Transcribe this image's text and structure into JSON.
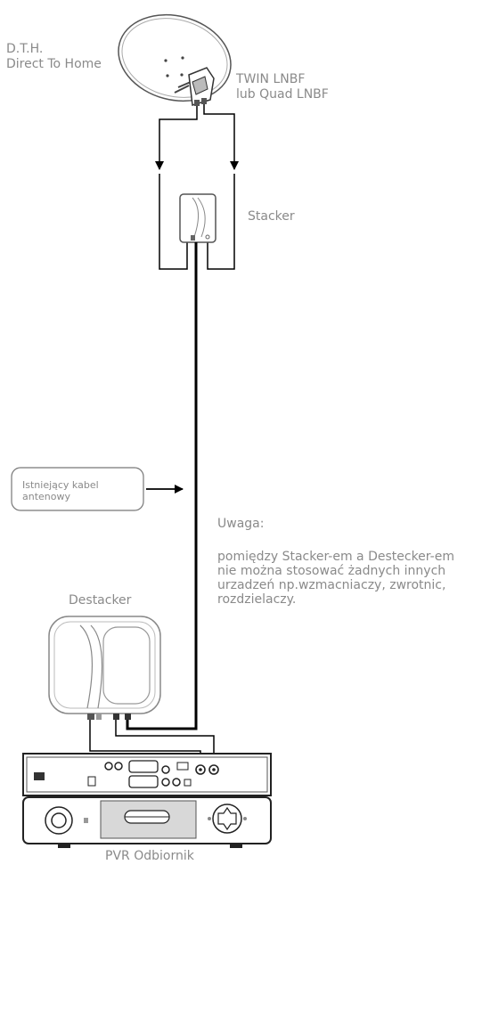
{
  "labels": {
    "dth_line1": "D.T.H.",
    "dth_line2": "Direct To Home",
    "lnbf_line1": "TWIN LNBF",
    "lnbf_line2": "lub Quad LNBF",
    "stacker": "Stacker",
    "existing_cable_line1": "Istniejący kabel",
    "existing_cable_line2": "antenowy",
    "note_title": "Uwaga:",
    "note_line1": "pomiędzy Stacker-em a Destecker-em",
    "note_line2": "nie można stosować żadnych innych",
    "note_line3": "urzadzeń np.wzmacniaczy, zwrotnic,",
    "note_line4": "rozdzielaczy.",
    "destacker": "Destacker",
    "pvr": "PVR Odbiornik"
  }
}
